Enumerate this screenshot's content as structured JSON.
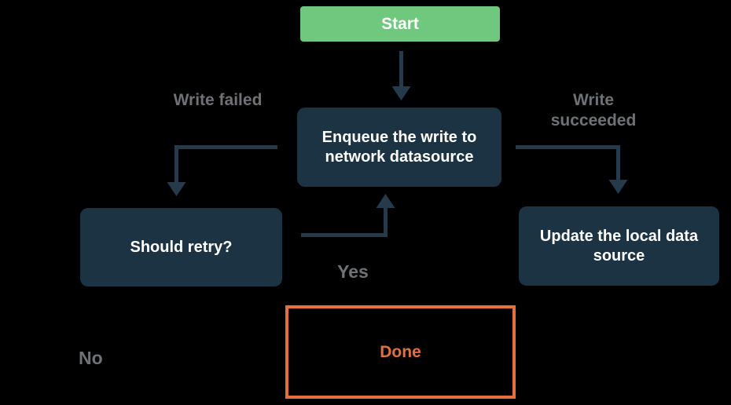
{
  "colors": {
    "background": "#000000",
    "start_fill": "#6fc87e",
    "node_fill": "#1c3344",
    "node_text": "#ffffff",
    "arrow": "#253b4c",
    "edge_label_text": "#6e7175",
    "done_accent": "#e5703c"
  },
  "nodes": {
    "start": {
      "label": "Start"
    },
    "enqueue": {
      "label": "Enqueue the write to network datasource"
    },
    "should_retry": {
      "label": "Should retry?"
    },
    "update_local": {
      "label": "Update the local data source"
    },
    "done": {
      "label": "Done"
    }
  },
  "edge_labels": {
    "write_failed": "Write failed",
    "write_succeeded": "Write succeeded",
    "yes": "Yes",
    "no": "No"
  }
}
